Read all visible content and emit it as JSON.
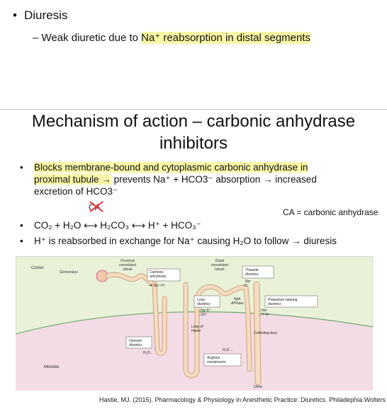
{
  "slide1": {
    "bullet": "Diuresis",
    "sub_dash": "–",
    "sub_prefix": "Weak diuretic due to ",
    "sub_highlight": "Na⁺ reabsorption in distal segments"
  },
  "slide2": {
    "title_line1": "Mechanism of action – carbonic anhydrase",
    "title_line2": "inhibitors",
    "bullets": [
      {
        "highlight": "Blocks membrane-bound and cytoplasmic carbonic anhydrase in proximal tubule →",
        "rest": " prevents Na⁺ + HCO3⁻ absorption → increased excretion of HCO3⁻"
      },
      {
        "text": "CO₂ + H₂O ⟷ H₂CO₃ ⟷ H⁺ + HCO₃⁻"
      },
      {
        "text": "H⁺ is reabsorbed in exchange for Na⁺ causing H₂O to follow → diuresis"
      }
    ],
    "ca_label": "CA",
    "ca_definition": "CA = carbonic anhydrase",
    "citation": "Hastie, MJ. (2015). Pharmacology & Physiology in Anesthetic Practice: Diuretics. Philadephia:Wolters"
  },
  "figure": {
    "region_cortex": "Cortex",
    "region_medulla": "Medulla",
    "glomerulus": "Glomerulus",
    "pct": [
      "Proximal",
      "convoluted",
      "tubule"
    ],
    "dct": [
      "Distal",
      "convoluted",
      "tubule"
    ],
    "ca_box": [
      "Carbonic",
      "anhydrase"
    ],
    "ca_exchange": "⇄ Na⁺-H⁺",
    "thiazide_box": [
      "Thiazide",
      "diuretics"
    ],
    "thiazide_ions": [
      "Na⁺",
      "Cl⁻"
    ],
    "loop_box": [
      "Loop",
      "diuretics"
    ],
    "loop_ions": [
      "→Na⁺K⁺",
      "→2Cl⁻"
    ],
    "nak_atpase": [
      "NaK",
      "ATPase"
    ],
    "k_sparing_box": [
      "Potassium-sparing",
      "diuretics"
    ],
    "k_sparing_ions": [
      "→Na⁺",
      "←H⁺K⁺"
    ],
    "loop_of_henle": [
      "Loop of",
      "Henle"
    ],
    "collecting_duct": "Collecting duct",
    "osmotic_box": [
      "Osmotic",
      "diuretics"
    ],
    "osmotic_water": "H₂O←",
    "water": "H₂O ←",
    "avp_box": [
      "Arginine",
      "vasopressin"
    ],
    "urine": "Urine",
    "colors": {
      "cortex": "#e9f2d9",
      "medulla": "#f4dce6",
      "tubule": "#f6dcc0",
      "tubule_stroke": "#c9a27c"
    }
  }
}
